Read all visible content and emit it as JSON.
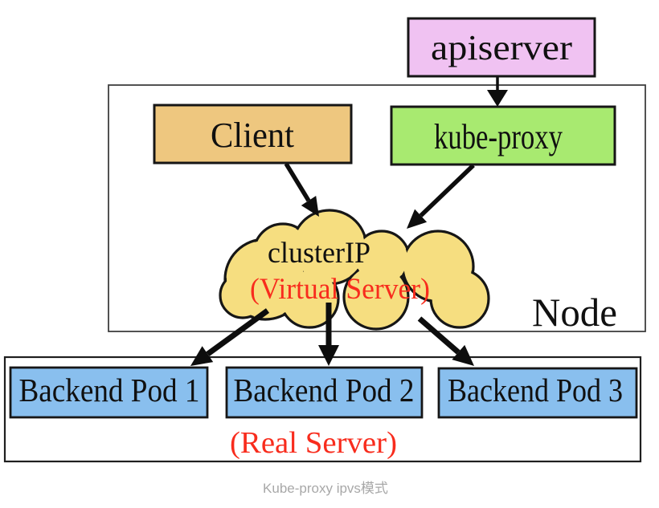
{
  "diagram": {
    "caption": "Kube-proxy ipvs模式",
    "nodes": {
      "apiserver": {
        "label": "apiserver"
      },
      "client": {
        "label": "Client"
      },
      "kube_proxy": {
        "label": "kube-proxy"
      },
      "cluster_ip": {
        "label": "clusterIP",
        "sublabel": "(Virtual Server)"
      },
      "node": {
        "label": "Node"
      },
      "real_server": {
        "label": "(Real Server)"
      },
      "pod1": {
        "label": "Backend Pod 1"
      },
      "pod2": {
        "label": "Backend Pod 2"
      },
      "pod3": {
        "label": "Backend Pod 3"
      }
    },
    "edges": [
      {
        "from": "apiserver",
        "to": "kube_proxy"
      },
      {
        "from": "client",
        "to": "cluster_ip"
      },
      {
        "from": "kube_proxy",
        "to": "cluster_ip"
      },
      {
        "from": "cluster_ip",
        "to": "pod1"
      },
      {
        "from": "cluster_ip",
        "to": "pod2"
      },
      {
        "from": "cluster_ip",
        "to": "pod3"
      }
    ],
    "colors": {
      "apiserver-fill": "#F0C2F2",
      "client-fill": "#EEC77F",
      "kubeproxy-fill": "#A8EA70",
      "cloud-fill": "#F6DE80",
      "pod-fill": "#89BFEE",
      "red-text": "#F82C1D",
      "caption-text": "#A8A8A8",
      "line": "#0d0d0d"
    }
  }
}
